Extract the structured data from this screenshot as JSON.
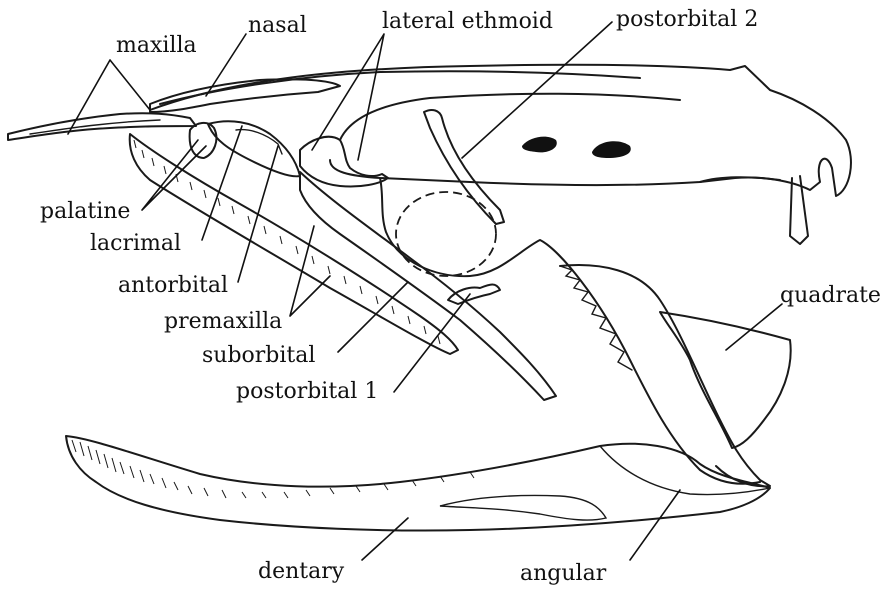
{
  "labels": {
    "maxilla": "maxilla",
    "nasal": "nasal",
    "lateral_ethmoid": "lateral ethmoid",
    "postorbital_2": "postorbital 2",
    "palatine": "palatine",
    "lacrimal": "lacrimal",
    "antorbital": "antorbital",
    "premaxilla": "premaxilla",
    "suborbital": "suborbital",
    "postorbital_1": "postorbital 1",
    "quadrate": "quadrate",
    "dentary": "dentary",
    "angular": "angular"
  },
  "colors": {
    "ink": "#111111",
    "background": "#ffffff"
  }
}
